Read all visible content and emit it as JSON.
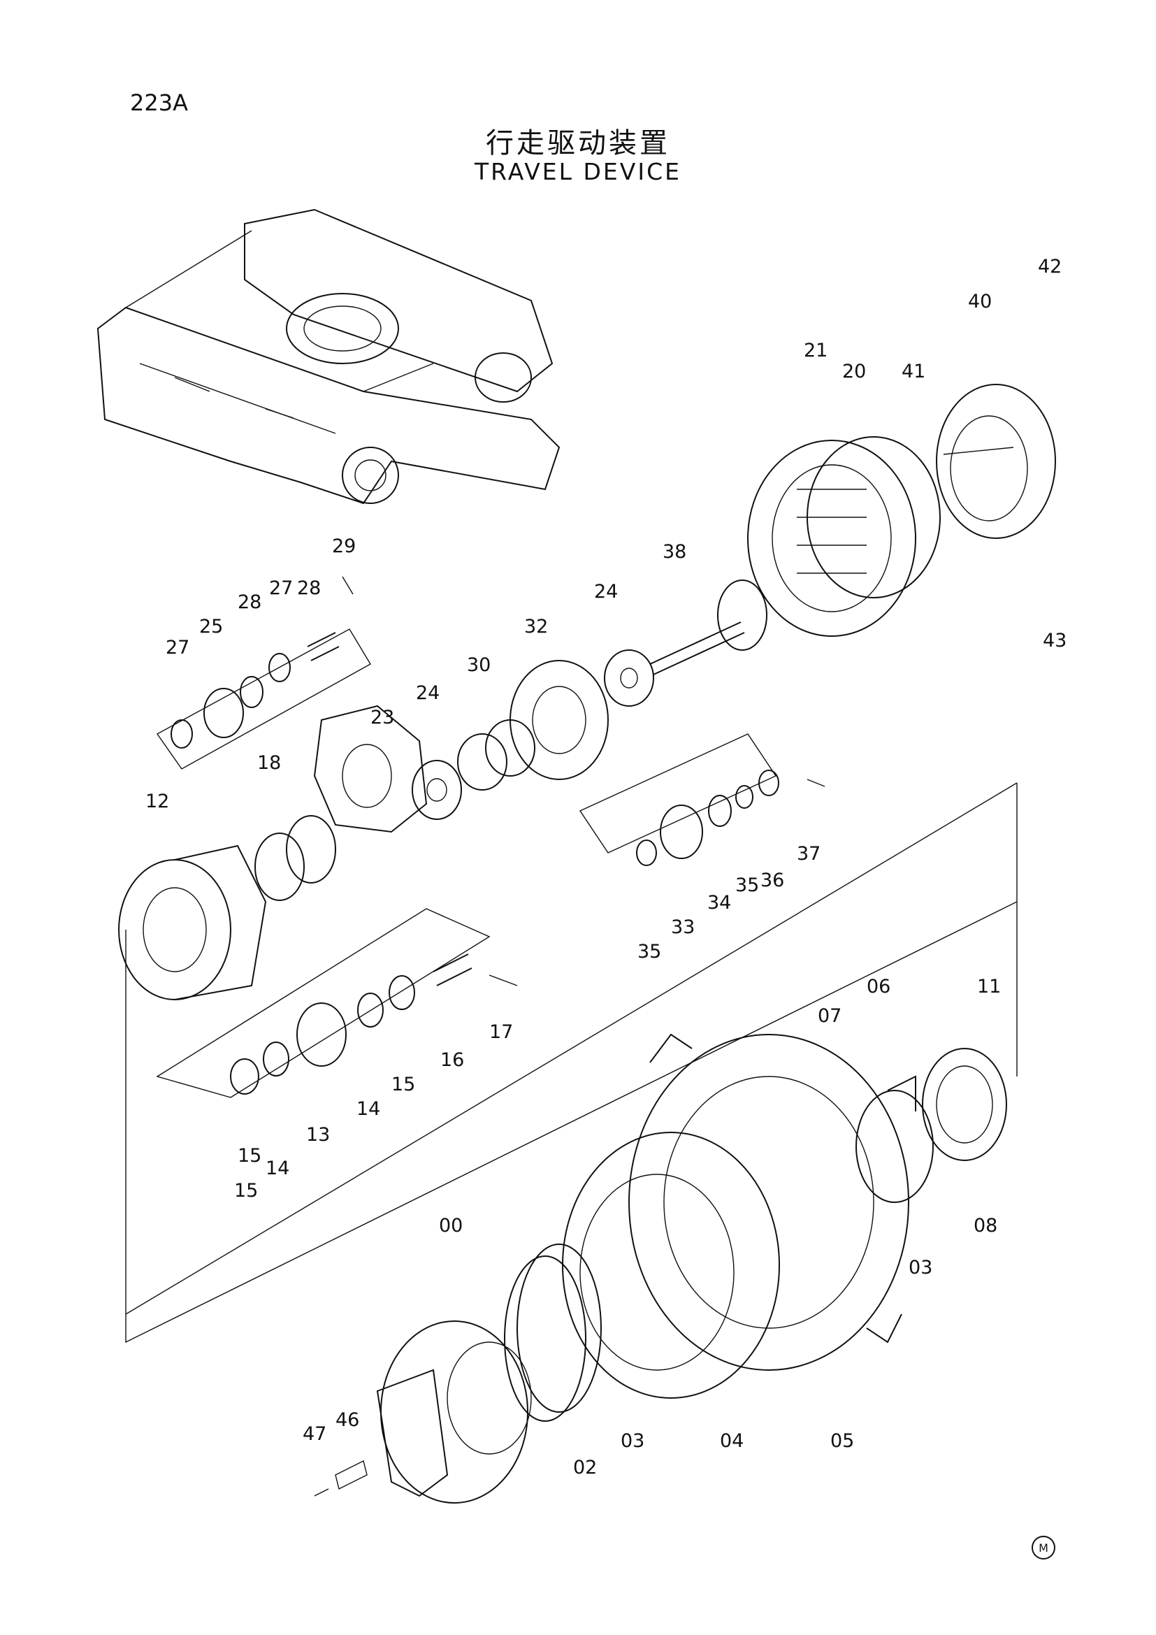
{
  "page_code": "223A",
  "title_cn": "行走驱动装置",
  "title_en": "TRAVEL DEVICE",
  "corner_mark": "M",
  "part_numbers": [
    "00",
    "02",
    "03",
    "03",
    "04",
    "05",
    "06",
    "07",
    "08",
    "11",
    "12",
    "13",
    "14",
    "14",
    "15",
    "15",
    "15",
    "16",
    "17",
    "18",
    "20",
    "21",
    "23",
    "24",
    "24",
    "25",
    "27",
    "27",
    "28",
    "28",
    "29",
    "30",
    "32",
    "33",
    "34",
    "35",
    "35",
    "36",
    "37",
    "38",
    "40",
    "41",
    "42",
    "43",
    "46",
    "47"
  ]
}
